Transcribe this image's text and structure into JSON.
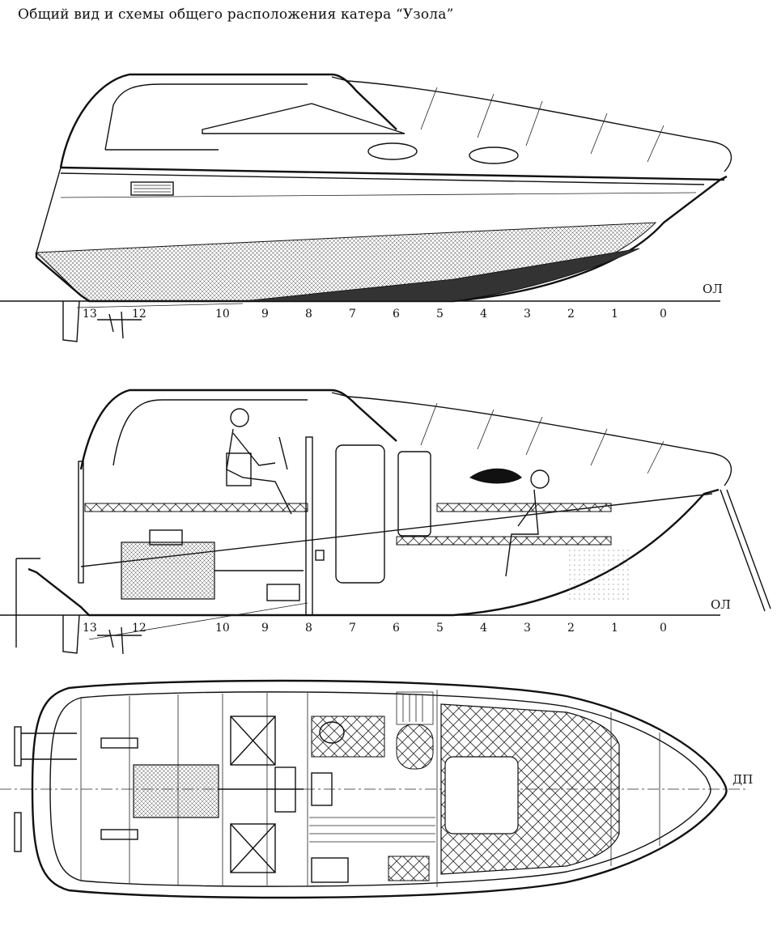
{
  "title": "Общий вид и схемы общего расположения катера “Узола”",
  "station_labels": [
    "13",
    "12",
    "10",
    "9",
    "8",
    "7",
    "6",
    "5",
    "4",
    "3",
    "2",
    "1",
    "0"
  ],
  "waterline_label": "ОЛ",
  "centerline_label": "ДП"
}
